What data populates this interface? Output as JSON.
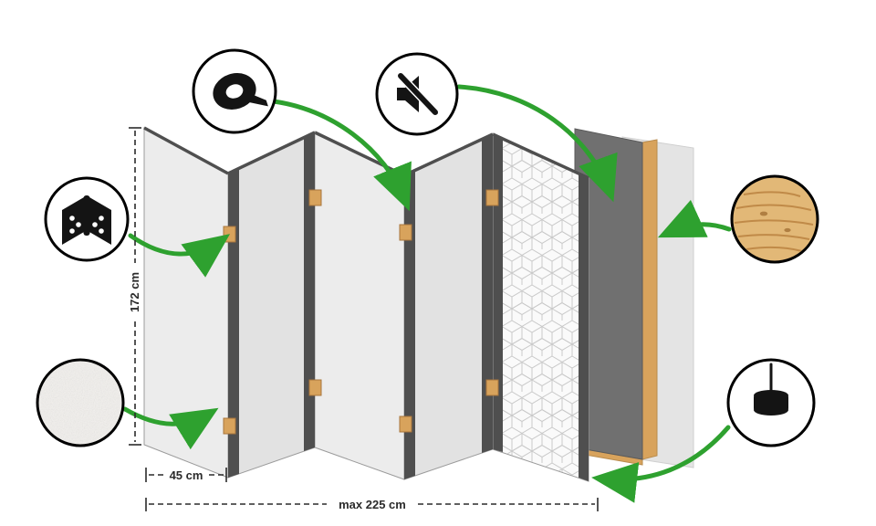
{
  "diagram": {
    "title": "folding-screen-product-diagram",
    "dimensions": {
      "height_label": "172 cm",
      "panel_width_label": "45 cm",
      "max_width_label": "max 225 cm"
    },
    "icons": [
      {
        "name": "tape-roll-icon"
      },
      {
        "name": "mute-speaker-icon"
      },
      {
        "name": "hinge-icon"
      },
      {
        "name": "fleece-texture-icon"
      },
      {
        "name": "wood-texture-icon"
      },
      {
        "name": "foot-pin-icon"
      }
    ],
    "layers": [
      {
        "name": "gray-panel-1"
      },
      {
        "name": "gray-panel-2"
      },
      {
        "name": "gray-panel-3"
      },
      {
        "name": "gray-panel-4"
      },
      {
        "name": "pattern-panel"
      },
      {
        "name": "dark-wood-framed-panel"
      },
      {
        "name": "back-panel"
      }
    ]
  },
  "colors": {
    "arrow_green": "#2ea12f",
    "panel_gray": "#ececec",
    "panel_gray_shaded": "#e2e2e2",
    "panel_edge_dark": "#4f4f4f",
    "hinge_wood": "#d8a35c",
    "wood_texture": "#e2b877",
    "dark_layer": "#707070",
    "back_layer": "#e4e4e4",
    "icon_black": "#141414",
    "pattern_bg": "#fafafa",
    "dimension_text": "#2b2b2b"
  }
}
